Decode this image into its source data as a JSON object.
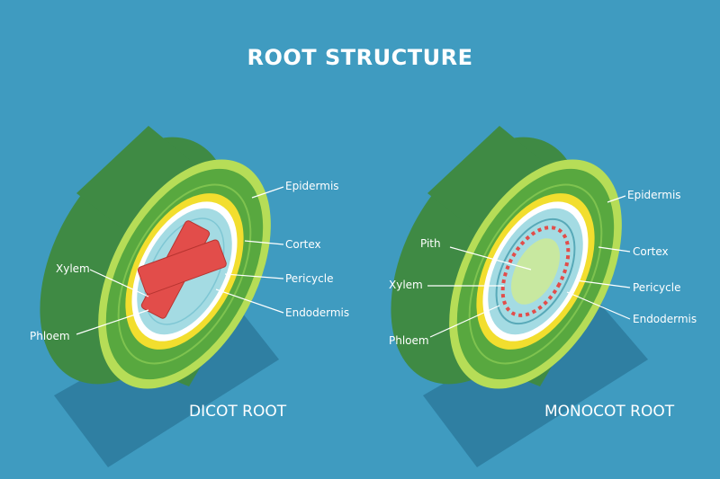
{
  "title": "ROOT STRUCTURE",
  "dicot": {
    "caption": "DICOT ROOT",
    "labels": {
      "epidermis": "Epidermis",
      "cortex": "Cortex",
      "pericycle": "Pericycle",
      "endodermis": "Endodermis",
      "xylem": "Xylem",
      "phloem": "Phloem"
    }
  },
  "monocot": {
    "caption": "MONOCOT ROOT",
    "labels": {
      "epidermis": "Epidermis",
      "cortex": "Cortex",
      "pericycle": "Pericycle",
      "endodermis": "Endodermis",
      "pith": "Pith",
      "xylem": "Xylem",
      "phloem": "Phloem"
    }
  },
  "colors": {
    "background": "#3f9bc0",
    "shadow": "#2f7fa2",
    "outer_dark_green": "#3f8a44",
    "epidermis": "#b6dd57",
    "cortex": "#58a83f",
    "endodermis_band": "#f2de2e",
    "pericycle_band": "#ffffff",
    "vascular": "#a4dbe3",
    "xylem": "#e24d4a",
    "pith": "#c8e8a0"
  }
}
